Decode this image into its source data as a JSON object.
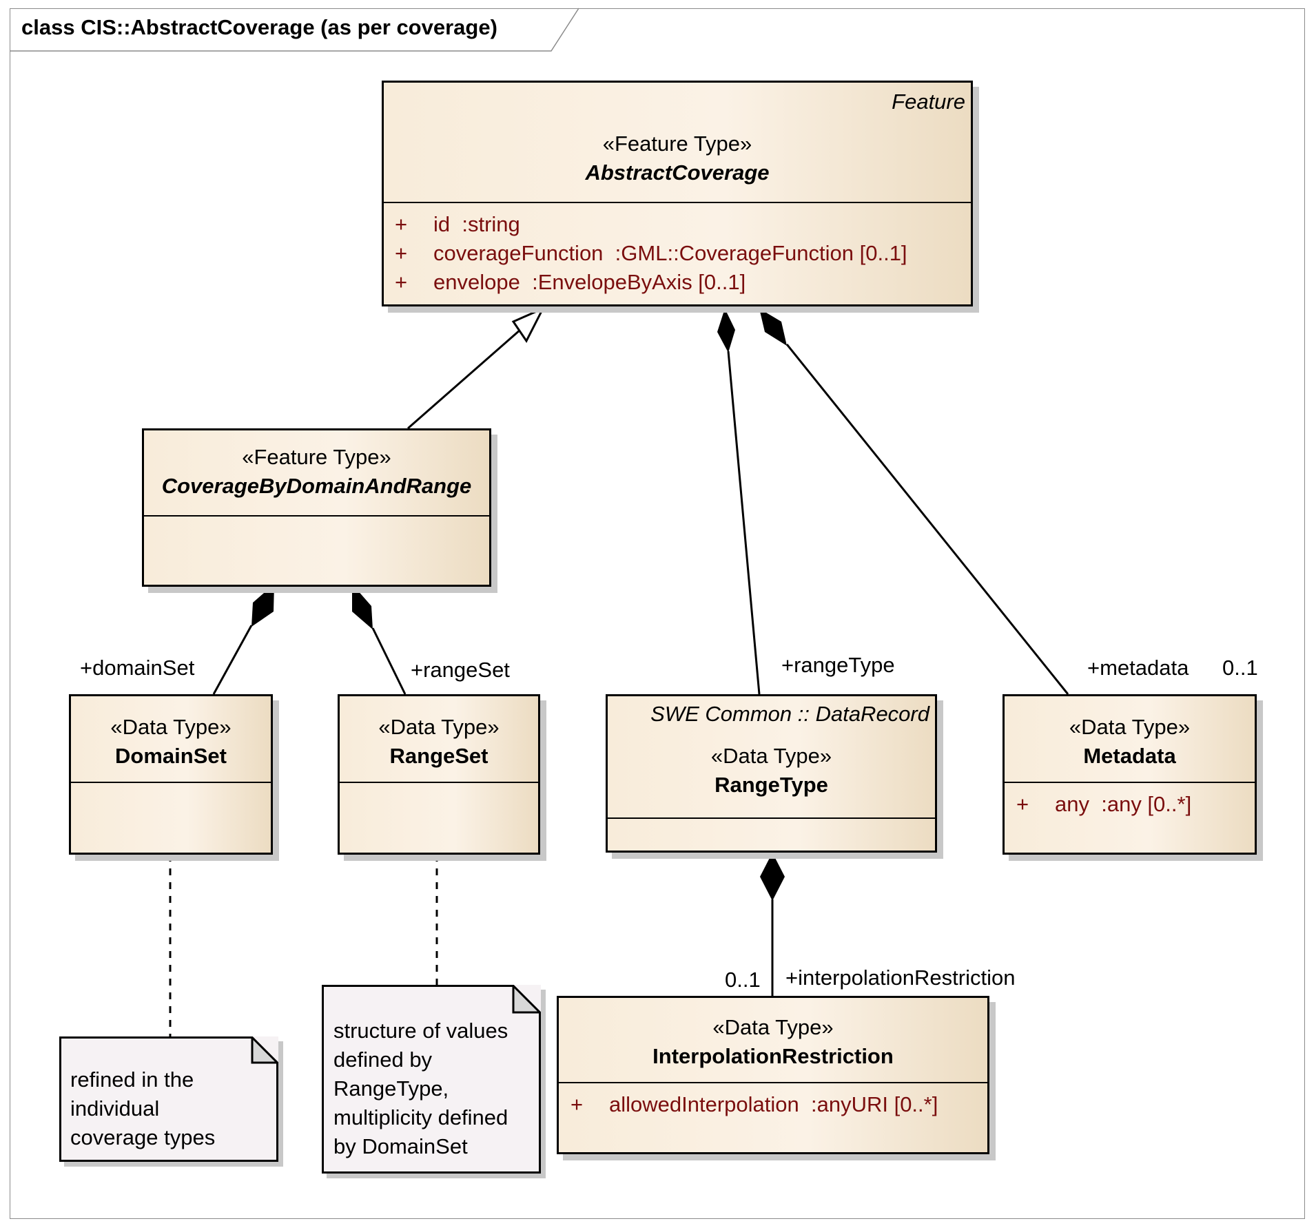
{
  "frame": {
    "title": "class CIS::AbstractCoverage (as per coverage)"
  },
  "classes": {
    "abstractCoverage": {
      "tagged": "Feature",
      "stereotype": "«Feature Type»",
      "name": "AbstractCoverage",
      "attributes": [
        {
          "vis": "+",
          "name": "id",
          "type": ":string"
        },
        {
          "vis": "+",
          "name": "coverageFunction",
          "type": ":GML::CoverageFunction [0..1]"
        },
        {
          "vis": "+",
          "name": "envelope",
          "type": ":EnvelopeByAxis [0..1]"
        }
      ]
    },
    "coverageByDomainAndRange": {
      "stereotype": "«Feature Type»",
      "name": "CoverageByDomainAndRange"
    },
    "domainSet": {
      "stereotype": "«Data Type»",
      "name": "DomainSet"
    },
    "rangeSet": {
      "stereotype": "«Data Type»",
      "name": "RangeSet"
    },
    "rangeType": {
      "tagged": "SWE Common :: DataRecord",
      "stereotype": "«Data Type»",
      "name": "RangeType"
    },
    "metadata": {
      "stereotype": "«Data Type»",
      "name": "Metadata",
      "attributes": [
        {
          "vis": "+",
          "name": "any",
          "type": ":any [0..*]"
        }
      ]
    },
    "interpolationRestriction": {
      "stereotype": "«Data Type»",
      "name": "InterpolationRestriction",
      "attributes": [
        {
          "vis": "+",
          "name": "allowedInterpolation",
          "type": ":anyURI [0..*]"
        }
      ]
    }
  },
  "roles": {
    "domainSet": "+domainSet",
    "rangeSet": "+rangeSet",
    "rangeType": "+rangeType",
    "metadata": "+metadata",
    "metadataMult": "0..1",
    "interpolationRestriction": "+interpolationRestriction",
    "interpolationMult": "0..1"
  },
  "notes": {
    "domainNote": [
      "refined in the",
      "individual",
      "coverage types"
    ],
    "rangeNote": [
      "structure of values",
      "defined by",
      "RangeType,",
      "multiplicity defined",
      "by DomainSet"
    ]
  },
  "colors": {
    "attribute": "#7a0e0e",
    "classFillLight": "#fbf2e6",
    "classFillDark": "#ecdcc2",
    "noteFill": "#f6f2f4"
  }
}
